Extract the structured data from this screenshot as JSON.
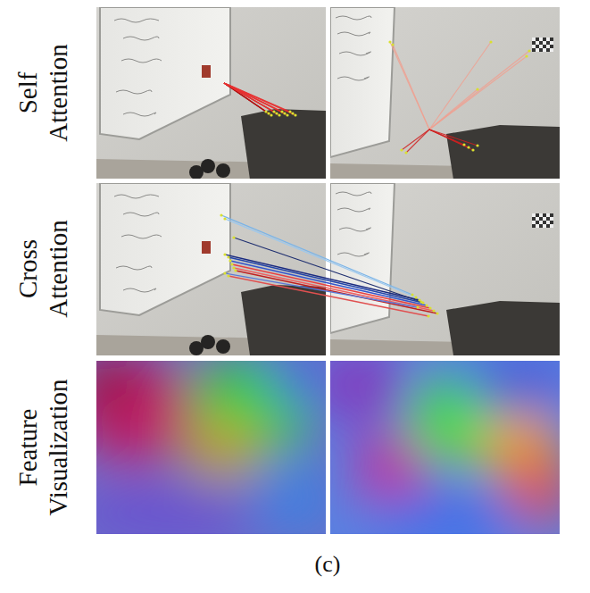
{
  "diagram": {
    "labels": [
      "Self Attention",
      "Cross Attention",
      "Feature Visualization",
      "(c)"
    ]
  }
}
